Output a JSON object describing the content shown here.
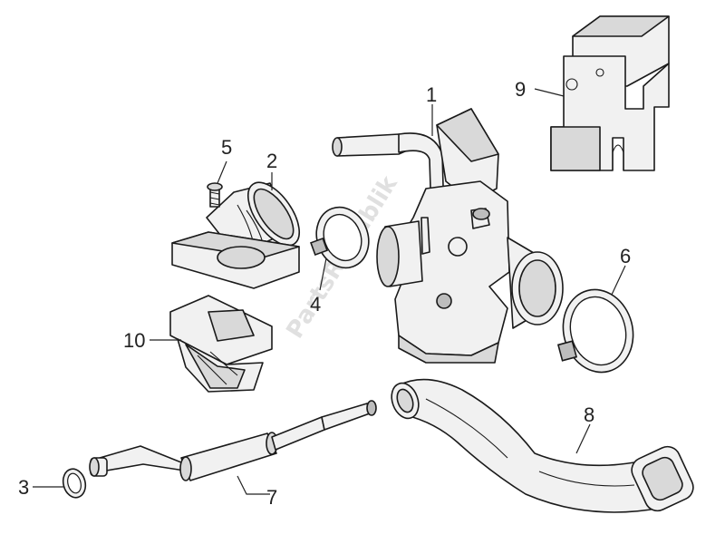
{
  "callouts": [
    "1",
    "2",
    "3",
    "4",
    "5",
    "6",
    "7",
    "8",
    "9",
    "10"
  ],
  "watermark": "PartsRepublik",
  "colors": {
    "line": "#1a1a1a",
    "fill": "#f1f1f1",
    "shade": "#d9d9d9",
    "watermark": "#c8c8c8"
  }
}
